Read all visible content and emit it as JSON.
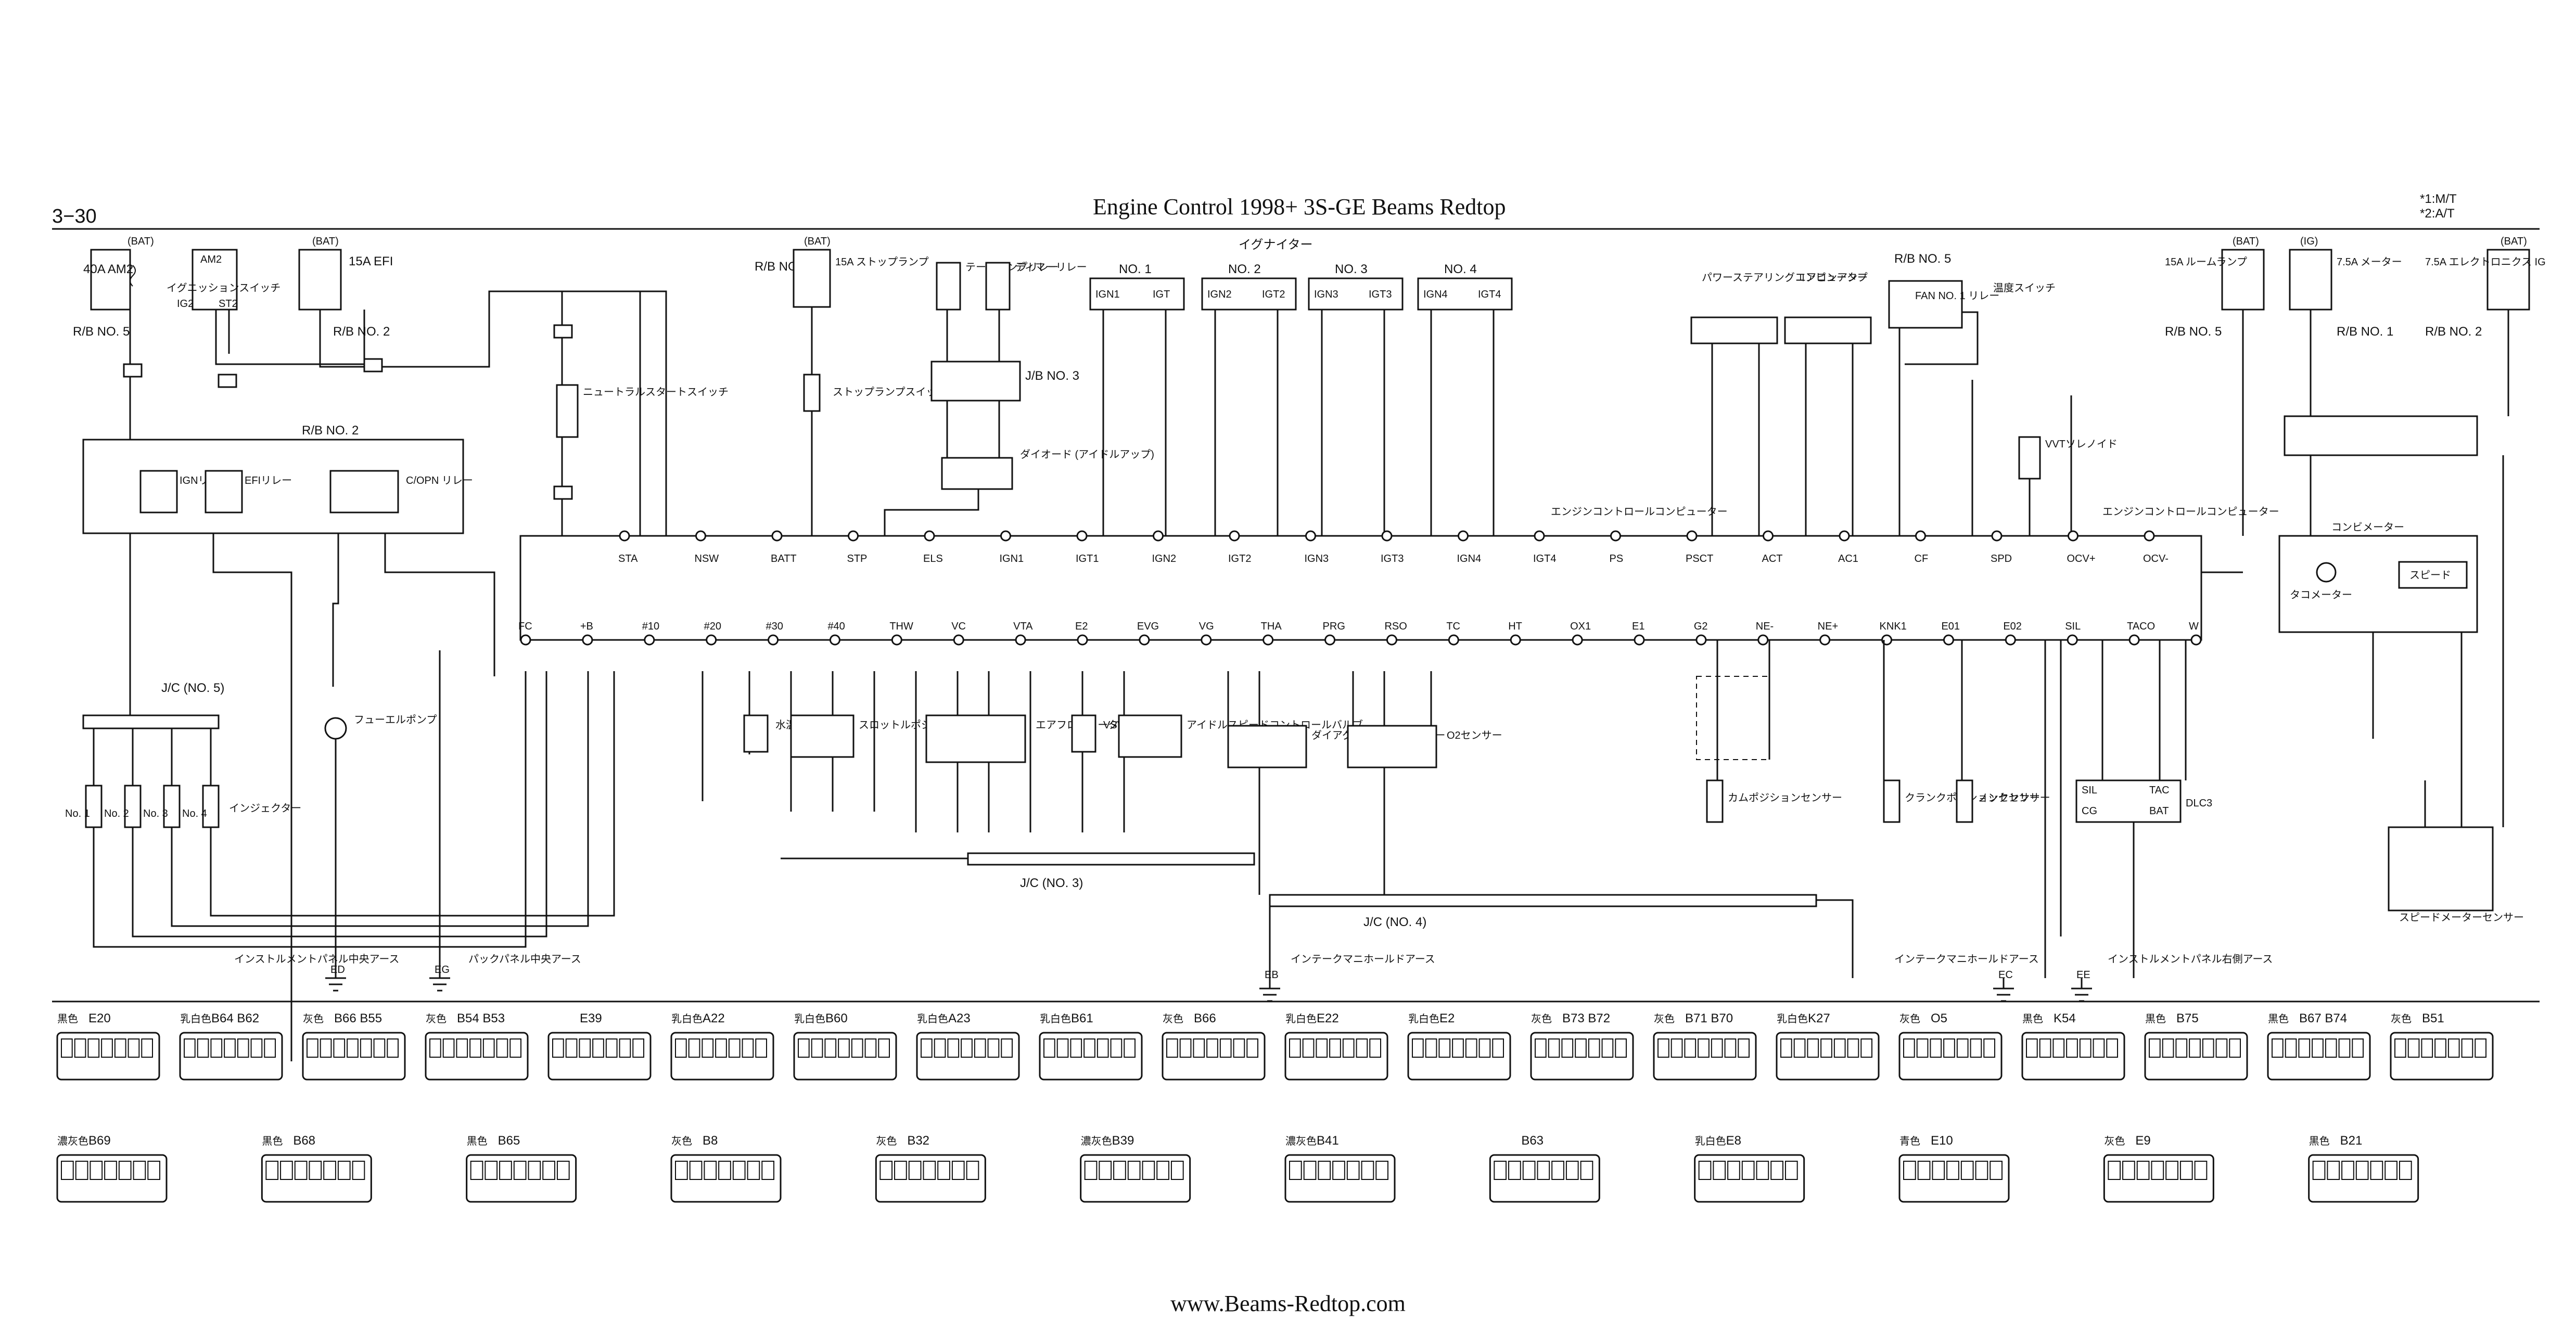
{
  "header": {
    "page_number": "3−30",
    "title": "Engine Control 1998+ 3S-GE Beams Redtop",
    "notes": [
      "*1:M/T",
      "*2:A/T"
    ]
  },
  "footer": {
    "url": "www.Beams-Redtop.com"
  },
  "power_sources": {
    "bat_1": "(BAT)",
    "am2_fuse": "40A AM2",
    "ig_switch": "イグニッションスイッチ",
    "ig_switch_terms": [
      "AM2",
      "IG2",
      "ST2"
    ],
    "bat_2": "(BAT)",
    "efi_fuse": "15A EFI",
    "rb5": "R/B NO. 5",
    "rb2": "R/B NO. 2",
    "rb1_stop": "R/B NO. 1",
    "stop_fuse": "15A ストップランプ",
    "bat_3": "(BAT)",
    "room_fuse": "15A ルームランプ",
    "bat_4": "(BAT)",
    "rb5_right": "R/B NO. 5",
    "ig_right": "(IG)",
    "meter_fuse": "7.5A メーター",
    "rb1_right": "R/B NO. 1",
    "elec_fuse": "7.5A エレクトロニクス IG",
    "bat_5": "(BAT)",
    "rb2_right": "R/B NO. 2"
  },
  "relays": {
    "rb2_label": "R/B NO. 2",
    "ign": "IGNリレー",
    "efi": "EFIリレー",
    "copn": "C/OPN リレー",
    "neutral": "ニュートラルスタートスイッチ",
    "fuel_pump": "フューエルポンプ",
    "jc5": "J/C (NO. 5)",
    "injectors": [
      "No. 1",
      "No. 2",
      "No. 3",
      "No. 4"
    ],
    "injector_label": "インジェクター",
    "jc3": "J/C (NO. 3)",
    "jc4": "J/C (NO. 4)",
    "tail_relay": "テールランプリレー",
    "dimmer_relay": "ディマーリレー",
    "jb3": "J/B NO. 3",
    "diode": "ダイオード (アイドルアップ)",
    "stop_sw": "ストップランプスイッチ",
    "fan_relay": "FAN NO. 1 リレー",
    "rb5_fan": "R/B NO. 5",
    "temp_sw": "温度スイッチ",
    "ps_comp": "パワーステアリングコンピューター",
    "ac_amp": "エアコンアンプ",
    "vvt": "VVTソレノイド",
    "combi_meter": "コンビメーター",
    "speed": "スピード",
    "tacho": "タコメーター",
    "speed_sensor": "スピードメーターセンサー"
  },
  "igniters": {
    "label": "イグナイター",
    "units": [
      {
        "name": "NO. 1",
        "pins": [
          "IGN1",
          "IGT"
        ]
      },
      {
        "name": "NO. 2",
        "pins": [
          "IGN2",
          "IGT2"
        ]
      },
      {
        "name": "NO. 3",
        "pins": [
          "IGN3",
          "IGT3"
        ]
      },
      {
        "name": "NO. 4",
        "pins": [
          "IGN4",
          "IGT4"
        ]
      }
    ]
  },
  "ecu": {
    "label_left": "エンジンコントロールコンピューター",
    "label_right": "エンジンコントロールコンピューター",
    "top_pins": [
      "STA",
      "NSW",
      "BATT",
      "STP",
      "ELS",
      "IGN1",
      "IGT1",
      "IGN2",
      "IGT2",
      "IGN3",
      "IGT3",
      "IGN4",
      "IGT4",
      "PS",
      "PSCT",
      "ACT",
      "AC1",
      "CF",
      "SPD",
      "OCV+",
      "OCV-"
    ],
    "bottom_pins": [
      "FC",
      "+B",
      "#10",
      "#20",
      "#30",
      "#40",
      "THW",
      "VC",
      "VTA",
      "E2",
      "EVG",
      "VG",
      "THA",
      "PRG",
      "RSO",
      "TC",
      "HT",
      "OX1",
      "E1",
      "G2",
      "NE-",
      "NE+",
      "KNK1",
      "E01",
      "E02",
      "SIL",
      "TACO",
      "W"
    ]
  },
  "sensors": {
    "water_temp": "水温センサー",
    "throttle": "スロットルポジションセンサー",
    "airflow": "エアフローメーター",
    "vsv": "VSV (パージ)",
    "iacv": "アイドルスピードコントロールバルブ",
    "diag": "ダイアグノーシスコネクター",
    "o2": "O2センサー",
    "cam": "カムポジションセンサー",
    "crank": "クランクポジションセンサー",
    "knock": "ノックセンサー",
    "dlc3": "DLC3",
    "dlc3_pins": [
      "SIL",
      "TAC",
      "CG",
      "BAT"
    ]
  },
  "grounds": [
    {
      "id": "ED",
      "label": "インストルメントパネル中央アース"
    },
    {
      "id": "EG",
      "label": "パックパネル中央アース"
    },
    {
      "id": "EB",
      "label": "インテークマニホールドアース"
    },
    {
      "id": "EC",
      "label": "インテークマニホールドアース"
    },
    {
      "id": "EE",
      "label": "インストルメントパネル右側アース"
    }
  ],
  "connectors_row1": [
    {
      "color": "黒色",
      "id": "E20"
    },
    {
      "color": "乳白色",
      "id": "B64 B62"
    },
    {
      "color": "灰色",
      "id": "B66 B55"
    },
    {
      "color": "灰色",
      "id": "B54 B53"
    },
    {
      "color": "",
      "id": "E39"
    },
    {
      "color": "乳白色",
      "id": "A22"
    },
    {
      "color": "乳白色",
      "id": "B60"
    },
    {
      "color": "乳白色",
      "id": "A23"
    },
    {
      "color": "乳白色",
      "id": "B61"
    },
    {
      "color": "灰色",
      "id": "B66"
    },
    {
      "color": "乳白色",
      "id": "E22"
    },
    {
      "color": "乳白色",
      "id": "E2"
    },
    {
      "color": "灰色",
      "id": "B73 B72"
    },
    {
      "color": "灰色",
      "id": "B71 B70"
    },
    {
      "color": "乳白色",
      "id": "K27"
    },
    {
      "color": "灰色",
      "id": "O5"
    },
    {
      "color": "黒色",
      "id": "K54"
    },
    {
      "color": "黒色",
      "id": "B75"
    },
    {
      "color": "黒色",
      "id": "B67 B74"
    },
    {
      "color": "灰色",
      "id": "B51"
    }
  ],
  "connectors_row2": [
    {
      "color": "濃灰色",
      "id": "B69"
    },
    {
      "color": "黒色",
      "id": "B68"
    },
    {
      "color": "黒色",
      "id": "B65"
    },
    {
      "color": "灰色",
      "id": "B8"
    },
    {
      "color": "灰色",
      "id": "B32"
    },
    {
      "color": "濃灰色",
      "id": "B39"
    },
    {
      "color": "濃灰色",
      "id": "B41"
    },
    {
      "color": "",
      "id": "B63"
    },
    {
      "color": "乳白色",
      "id": "E8"
    },
    {
      "color": "青色",
      "id": "E10"
    },
    {
      "color": "灰色",
      "id": "E9"
    },
    {
      "color": "黒色",
      "id": "B21"
    }
  ]
}
